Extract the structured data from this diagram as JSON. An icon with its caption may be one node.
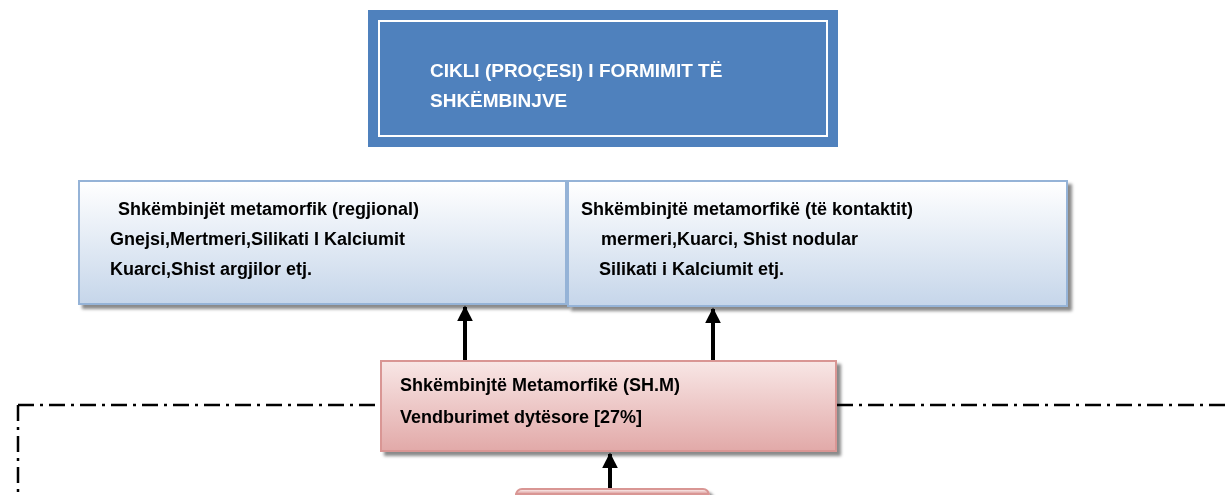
{
  "diagram": {
    "nodes": [
      {
        "text": [
          "CIKLI (PROÇESI) I FORMIMIT TË SHKËMBINJVE"
        ]
      },
      {
        "text": [
          "Shkëmbinjët metamorfik (regjional)",
          "Gnejsi,Mertmeri,Silikati I Kalciumit",
          "Kuarci,Shist argjilor etj."
        ]
      },
      {
        "text": [
          "Shkëmbinjtë metamorfikë (të kontaktit)",
          "mermeri,Kuarci, Shist nodular",
          "Silikati i Kalciumit etj."
        ]
      },
      {
        "text": [
          "Shkëmbinjtë Metamorfikë (SH.M)",
          "Vendburimet dytësore [27%]"
        ]
      },
      {
        "text": [],
        "shape": "box"
      }
    ],
    "edges": [
      {
        "from": 3,
        "to": 1,
        "arrow": "to"
      },
      {
        "from": 3,
        "to": 2,
        "arrow": "to"
      },
      {
        "from": 4,
        "to": 3,
        "arrow": "to"
      }
    ]
  }
}
